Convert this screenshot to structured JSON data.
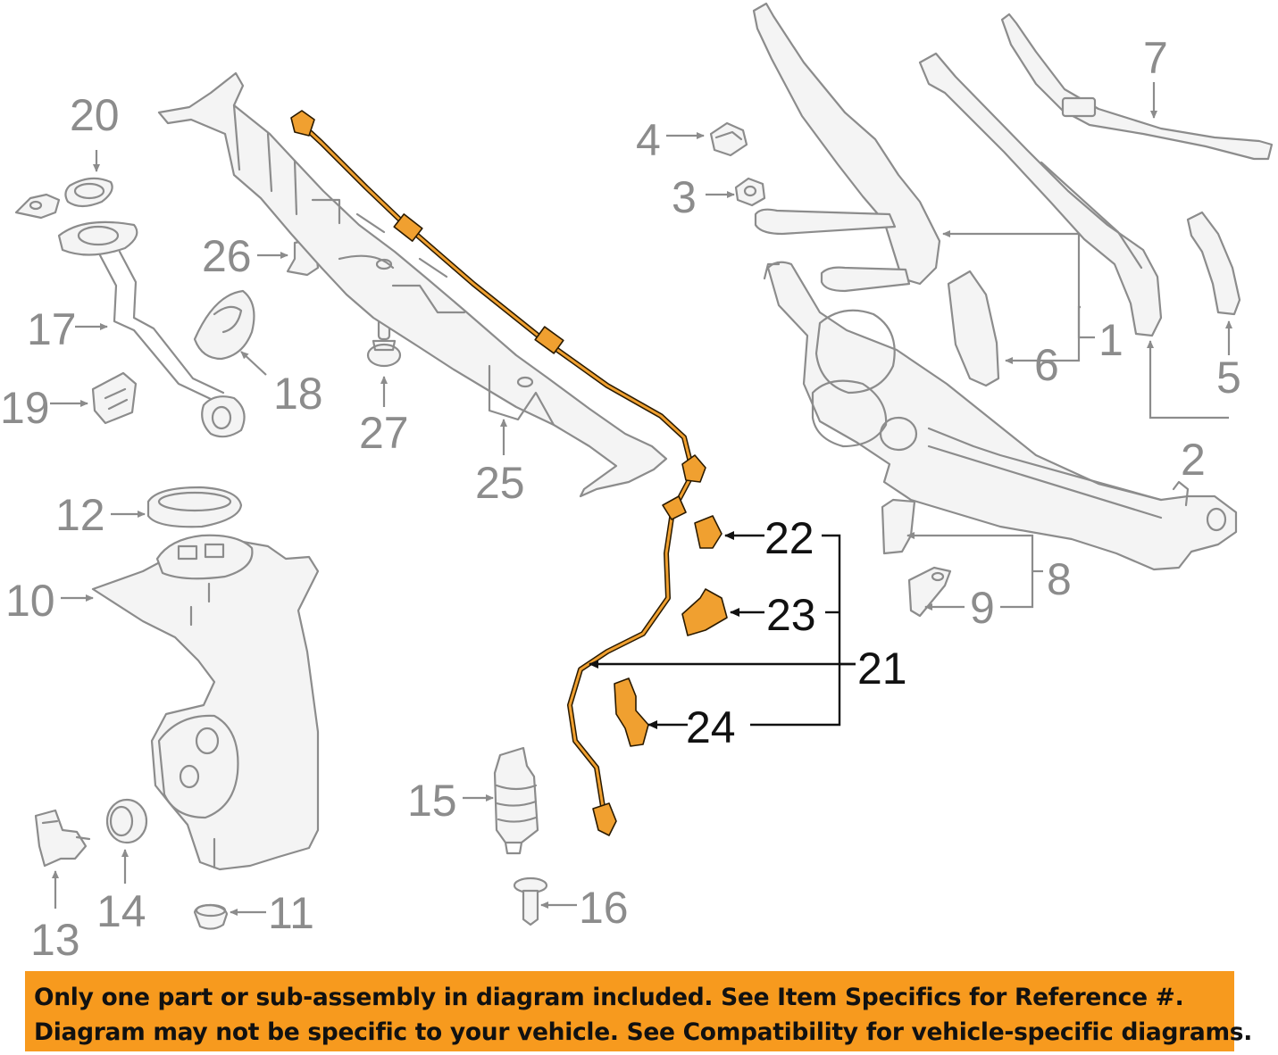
{
  "callouts": {
    "c1": "1",
    "c2": "2",
    "c3": "3",
    "c4": "4",
    "c5": "5",
    "c6": "6",
    "c7": "7",
    "c8": "8",
    "c9": "9",
    "c10": "10",
    "c11": "11",
    "c12": "12",
    "c13": "13",
    "c14": "14",
    "c15": "15",
    "c16": "16",
    "c17": "17",
    "c18": "18",
    "c19": "19",
    "c20": "20",
    "c21": "21",
    "c22": "22",
    "c23": "23",
    "c24": "24",
    "c25": "25",
    "c26": "26",
    "c27": "27"
  },
  "highlight_color": "#f0a030",
  "notice": {
    "line1": "Only one part or sub-assembly in diagram included. See Item Specifics for Reference #.",
    "line2": "Diagram may not be specific to your vehicle. See Compatibility for vehicle-specific diagrams.",
    "background": "#f79a1e"
  }
}
